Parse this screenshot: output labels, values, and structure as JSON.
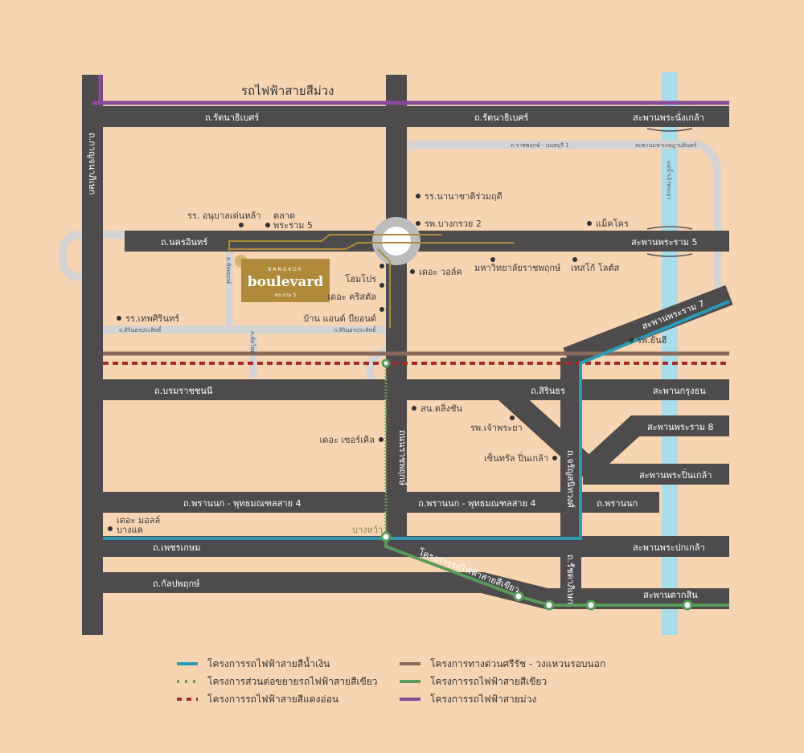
{
  "title_line": "รถไฟฟ้าสายสีม่วง",
  "roads": {
    "rattanathibet_1": "ถ.รัตนาธิเบศร์",
    "rattanathibet_2": "ถ.รัตนาธิเบศร์",
    "phra_nang_klao_bridge": "สะพานพระนั่งเกล้า",
    "kanchanaphisek": "ถ.กาญจนาภิเษก",
    "ratchaphruek_nonthaburi": "ถ.ราชพฤกษ์ - นนทบุรี 1",
    "maha_chesada_bridge": "สะพานมหาเจษฎาบดินทร์",
    "river": "แม่น้ำเจ้าพระยา",
    "nakhon_in": "ถ.นครอินทร์",
    "rama5_bridge": "สะพานพระราม 5",
    "chaiyaphruek": "ถ.ชัยพฤกษ์",
    "sirin_prasat_left": "ถ.สิรินธรประสิทธิ์",
    "sirin_prasat_right": "ถ.สิรินธรประสิทธิ์",
    "tiwanon_small": "ถ.ตัดใหม่",
    "rama7_bridge": "สะพานพระราม 7",
    "borommaratchachonnani": "ถ.บรมราชชนนี",
    "sirindhorn": "ถ.สิรินธร",
    "krungthon_bridge": "สะพานกรุงธน",
    "rama8_bridge": "สะพานพระราม 8",
    "ratchaphruek_vertical": "ถนนราชพฤกษ์",
    "pinklao_bridge": "สะพานพระปิ่นเกล้า",
    "charan": "ถ.จรัญสนิทวงศ์",
    "phran_nok_1": "ถ.พรานนก - พุทธมณฑลสาย 4",
    "phran_nok_2": "ถ.พรานนก - พุทธมณฑลสาย 4",
    "phran_nok_3": "ถ.พรานนก",
    "phetkasem": "ถ.เพชรเกษม",
    "phra_pok_klao_bridge": "สะพานพระปกเกล้า",
    "ratchadaphisek": "ถ.รัชดาภิเษก",
    "kanlapaphruek": "ถ.กัลปพฤกษ์",
    "taksin_bridge": "สะพานตากสิน",
    "green_line_label": "โครงการรถไฟฟ้าสายสีเขียว",
    "bang_wa": "บางหว้า"
  },
  "pois": {
    "anuban": "รร. อนุบาลเด่นหล้า",
    "talad": "ตลาด",
    "talad2": "พระราม 5",
    "nanachart": "รร.นานาชาติร่วมฤดี",
    "bangkruai_hosp": "รพ.บางกรวย 2",
    "makro": "แม็คโคร",
    "homepro": "โฮมโปร",
    "the_walk": "เดอะ วอล์ค",
    "crystal": "เดอะ คริสตัล",
    "university": "มหาวิทยาลัยราชพฤกษ์",
    "lotus": "เทสโก้ โลตัส",
    "ban_beyond": "บ้าน แอนด์ บียอนด์",
    "thepsirin": "รร.เทพศิรินทร์",
    "yanhee": "รพ.ยันฮี",
    "taling_chan": "สน.ตลิ่งชัน",
    "chaophraya_hosp": "รพ.เจ้าพระยา",
    "the_circle": "เดอะ เซอร์เคิล",
    "central_pinklao": "เซ็นทรัล ปิ่นเกล้า",
    "mall_bangkae_1": "เดอะ มอลล์",
    "mall_bangkae_2": "บางแค"
  },
  "logo": {
    "top": "BANGKOK",
    "name": "boulevard",
    "sub": "พระราม 5"
  },
  "legend": [
    {
      "label": "โครงการรถไฟฟ้าสายสีน้ำเงิน",
      "color": "#2a9bb5",
      "style": "solid"
    },
    {
      "label": "โครงการส่วนต่อขยายรถไฟฟ้าสายสีเขียว",
      "color": "#6a9a5a",
      "style": "dotted"
    },
    {
      "label": "โครงการรถไฟฟ้าสายสีแดงอ่อน",
      "color": "#a52a2a",
      "style": "dashed"
    },
    {
      "label": "โครงการทางด่วนศรีรัช - วงแหวนรอบนอก",
      "color": "#8a6a5c",
      "style": "solid"
    },
    {
      "label": "โครงการรถไฟฟ้าสายสีเขียว",
      "color": "#5a9a5a",
      "style": "solid"
    },
    {
      "label": "โครงการรถไฟฟ้าสายม่วง",
      "color": "#8a4a9a",
      "style": "solid"
    }
  ]
}
